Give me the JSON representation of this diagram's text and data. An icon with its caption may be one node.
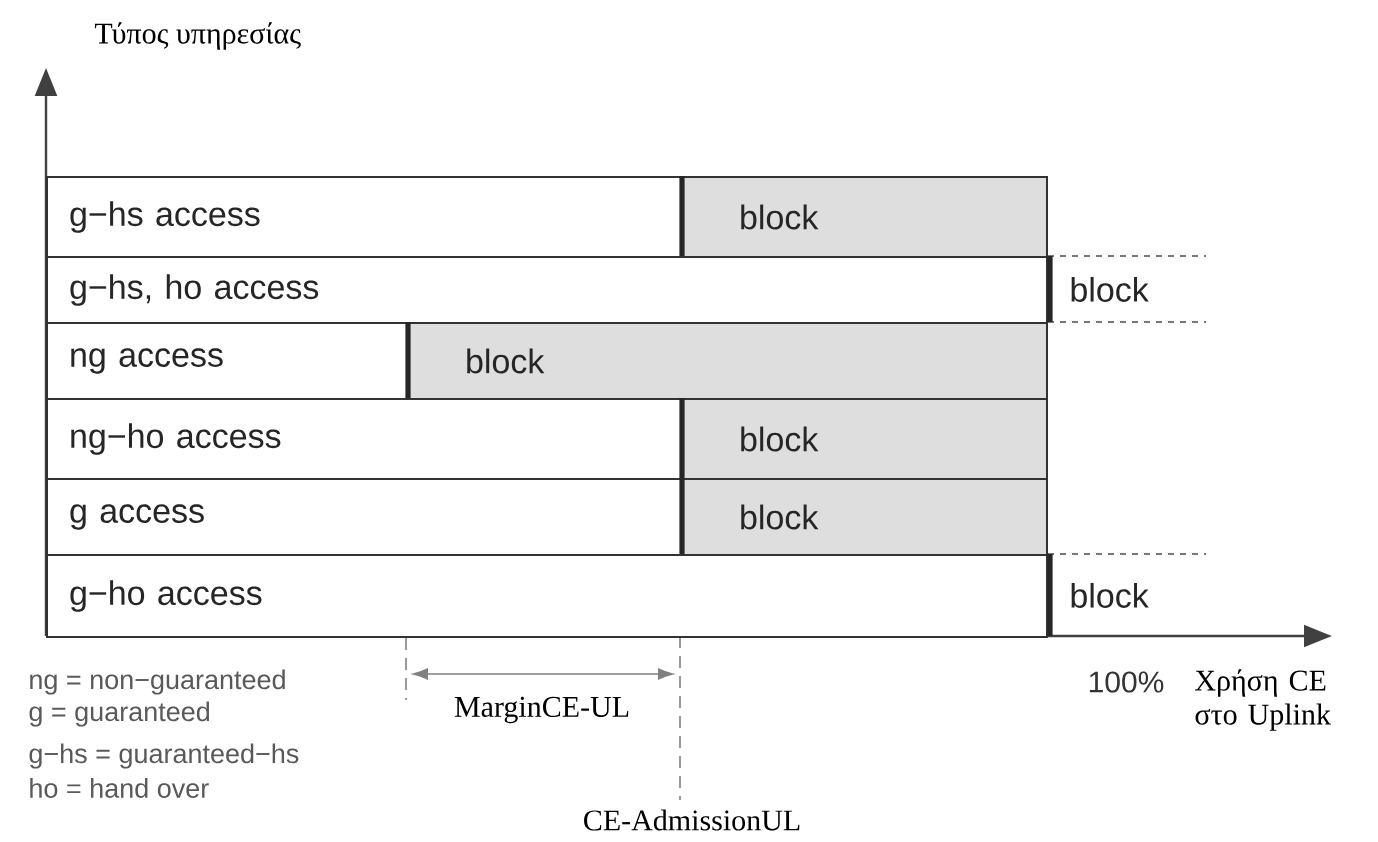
{
  "diagram": {
    "nodes": [
      {
        "text": [
          "g−hs access"
        ]
      },
      {
        "text": [
          "block"
        ]
      },
      {
        "text": [
          "g−hs, ho access"
        ]
      },
      {
        "text": [
          "block"
        ]
      },
      {
        "text": [
          "ng access"
        ]
      },
      {
        "text": [
          "block"
        ]
      },
      {
        "text": [
          "ng−ho access"
        ]
      },
      {
        "text": [
          "block"
        ]
      },
      {
        "text": [
          "g access"
        ]
      },
      {
        "text": [
          "block"
        ]
      },
      {
        "text": [
          "g−ho access"
        ]
      },
      {
        "text": [
          "block"
        ]
      }
    ],
    "labels": [
      "Τύπος υπηρεσίας",
      "100%",
      "Χρήση CE στο Uplink",
      "ng = non−guaranteed",
      "g = guaranteed",
      "MarginCE-UL",
      "g−hs = guaranteed−hs",
      "ho = hand over",
      "CE-AdmissionUL"
    ]
  }
}
